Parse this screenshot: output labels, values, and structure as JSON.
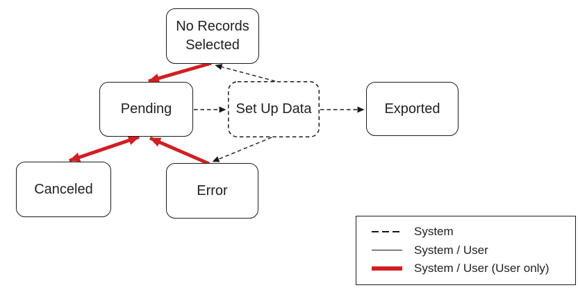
{
  "diagram": {
    "nodes": {
      "no_records_selected": {
        "label": "No Records Selected"
      },
      "pending": {
        "label": "Pending"
      },
      "set_up_data": {
        "label": "Set Up Data"
      },
      "exported": {
        "label": "Exported"
      },
      "canceled": {
        "label": "Canceled"
      },
      "error": {
        "label": "Error"
      }
    },
    "edges": [
      {
        "from": "pending",
        "to": "set_up_data",
        "type": "system",
        "style": "dashed"
      },
      {
        "from": "set_up_data",
        "to": "exported",
        "type": "system",
        "style": "dashed"
      },
      {
        "from": "set_up_data",
        "to": "no_records_selected",
        "type": "system",
        "style": "dashed"
      },
      {
        "from": "set_up_data",
        "to": "error",
        "type": "system",
        "style": "dashed"
      },
      {
        "from": "no_records_selected",
        "to": "pending",
        "type": "user_only",
        "style": "thick-red"
      },
      {
        "from": "pending",
        "to": "canceled",
        "type": "user_only",
        "style": "thick-red",
        "bidirectional": true
      },
      {
        "from": "error",
        "to": "pending",
        "type": "user_only",
        "style": "thick-red"
      }
    ]
  },
  "legend": {
    "items": [
      {
        "label": "System",
        "line": "dashed-black"
      },
      {
        "label": "System / User",
        "line": "solid-black"
      },
      {
        "label": "System / User (User only)",
        "line": "thick-red"
      }
    ]
  },
  "colors": {
    "user_arrow_red": "#d01f23",
    "line_black": "#1a1a1a"
  }
}
